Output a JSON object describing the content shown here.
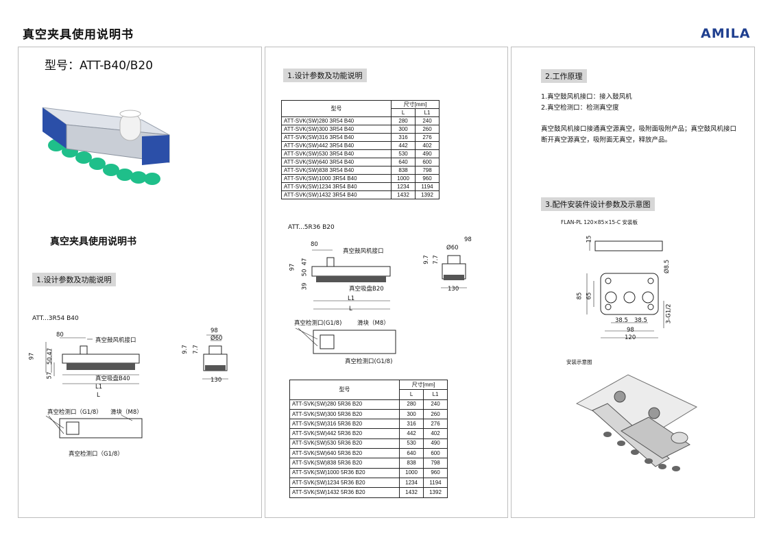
{
  "header": {
    "title": "真空夹具使用说明书",
    "brand": "AMILA"
  },
  "panel1": {
    "model_label": "型号：ATT-B40/B20",
    "subtitle": "真空夹具使用说明书",
    "section": "1.设计参数及功能说明",
    "drawing_label": "ATT...3R54 B40",
    "labels": {
      "blower": "真空鼓风机接口",
      "suction": "真空吸盘B40",
      "l1": "L1",
      "l": "L",
      "check_port": "真空检测口（G1/8）",
      "slider": "滑块（M8）",
      "check_port2": "真空检测口（G1/8）"
    },
    "dims": {
      "d80": "80",
      "d97": "97",
      "d47": "50.47",
      "d57": "57",
      "d98": "98",
      "d60": "Ø60",
      "d9_7": "9.7",
      "d7_7": "7.7",
      "d130": "130"
    }
  },
  "panel2": {
    "section": "1.设计参数及功能说明",
    "table1": {
      "h_model": "型号",
      "h_size": "尺寸[mm]",
      "h_l": "L",
      "h_l1": "L1",
      "rows": [
        [
          "ATT-SVK(SW)280 3R54 B40",
          "280",
          "240"
        ],
        [
          "ATT-SVK(SW)300 3R54 B40",
          "300",
          "260"
        ],
        [
          "ATT-SVK(SW)316 3R54 B40",
          "316",
          "276"
        ],
        [
          "ATT-SVK(SW)442 3R54 B40",
          "442",
          "402"
        ],
        [
          "ATT-SVK(SW)530 3R54 B40",
          "530",
          "490"
        ],
        [
          "ATT-SVK(SW)640 3R54 B40",
          "640",
          "600"
        ],
        [
          "ATT-SVK(SW)838 3R54 B40",
          "838",
          "798"
        ],
        [
          "ATT-SVK(SW)1000 3R54 B40",
          "1000",
          "960"
        ],
        [
          "ATT-SVK(SW)1234 3R54 B40",
          "1234",
          "1194"
        ],
        [
          "ATT-SVK(SW)1432 3R54 B40",
          "1432",
          "1392"
        ]
      ]
    },
    "drawing_label": "ATT...5R36 B20",
    "labels": {
      "blower": "真空鼓风机接口",
      "suction": "真空吸盘B20",
      "l1": "L1",
      "l": "L",
      "check_port": "真空检测口(G1/8)",
      "slider": "滑块（M8）",
      "check_port2": "真空检测口(G1/8)"
    },
    "dims": {
      "d80": "80",
      "d97": "97",
      "d47": "47",
      "d50": "50",
      "d39": "39",
      "d98": "98",
      "d60": "Ø60",
      "d9_7": "9.7",
      "d7_7": "7.7",
      "d130": "130"
    },
    "table2": {
      "h_model": "型号",
      "h_size": "尺寸[mm]",
      "h_l": "L",
      "h_l1": "L1",
      "rows": [
        [
          "ATT-SVK(SW)280 5R36 B20",
          "280",
          "240"
        ],
        [
          "ATT-SVK(SW)300 5R36 B20",
          "300",
          "260"
        ],
        [
          "ATT-SVK(SW)316 5R36 B20",
          "316",
          "276"
        ],
        [
          "ATT-SVK(SW)442 5R36 B20",
          "442",
          "402"
        ],
        [
          "ATT-SVK(SW)530 5R36 B20",
          "530",
          "490"
        ],
        [
          "ATT-SVK(SW)640 5R36 B20",
          "640",
          "600"
        ],
        [
          "ATT-SVK(SW)838 5R36 B20",
          "838",
          "798"
        ],
        [
          "ATT-SVK(SW)1000 5R36 B20",
          "1000",
          "960"
        ],
        [
          "ATT-SVK(SW)1234 5R36 B20",
          "1234",
          "1194"
        ],
        [
          "ATT-SVK(SW)1432 5R36 B20",
          "1432",
          "1392"
        ]
      ]
    }
  },
  "panel3": {
    "section_principle": "2.工作原理",
    "line1": "1.真空鼓风机接口：接入鼓风机",
    "line2": "2.真空检测口：检测真空度",
    "para1": "真空鼓风机接口接通真空源真空，吸附面吸附产品；真空鼓风机接口",
    "para2": "断开真空源真空，吸附面无真空，释放产品。",
    "section_parts": "3.配件安装件设计参数及示意图",
    "flan_label": "FLAN-PL 120×85×15-C 安装板",
    "dims": {
      "d15": "15",
      "d85": "85",
      "d65": "65",
      "d8_5": "Ø8.5",
      "thread": "3-G1/2",
      "d38a": "38.5",
      "d38b": "38.5",
      "d98": "98",
      "d120": "120"
    },
    "install_label": "安装示意图"
  }
}
